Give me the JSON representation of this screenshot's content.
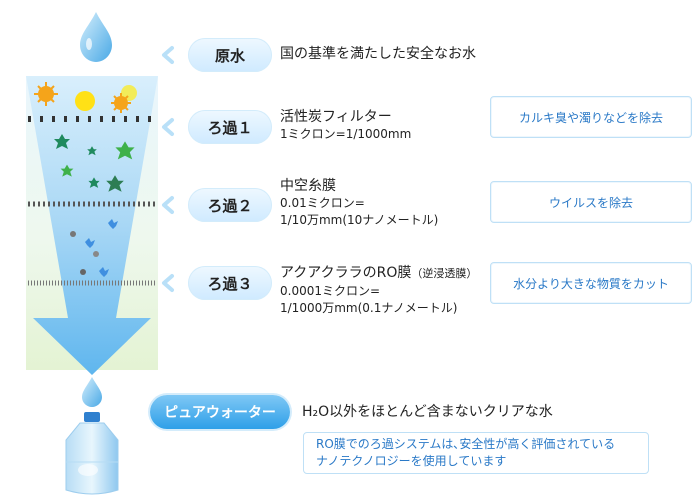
{
  "steps": [
    {
      "label": "原水",
      "head": "国の基準を満たした安全なお水"
    },
    {
      "label": "ろ過１",
      "head": "活性炭フィルター",
      "sub": "1ミクロン=1/1000mm",
      "effect": "カルキ臭や濁りなどを除去"
    },
    {
      "label": "ろ過２",
      "head": "中空糸膜",
      "sub1": "0.01ミクロン=",
      "sub2": "1/10万mm(10ナノメートル)",
      "effect": "ウイルスを除去"
    },
    {
      "label": "ろ過３",
      "head": "アクアクララのRO膜",
      "head_paren": "（逆浸透膜）",
      "sub1": "0.0001ミクロン=",
      "sub2": "1/1000万mm(0.1ナノメートル)",
      "effect": "水分より大きな物質をカット"
    }
  ],
  "pure": {
    "label": "ピュアウォーター",
    "text": "H₂O以外をほとんど含まないクリアな水",
    "note_line1": "RO膜でのろ過システムは､安全性が高く評価されている",
    "note_line2": "ナノテクノロジーを使用しています"
  },
  "colors": {
    "arrow_light": "#e8f5fd",
    "arrow_dark": "#5fb6ee",
    "filter_dark": "#333333",
    "pill_blue": "#2e9fe8",
    "accent_text": "#2a79c7"
  }
}
